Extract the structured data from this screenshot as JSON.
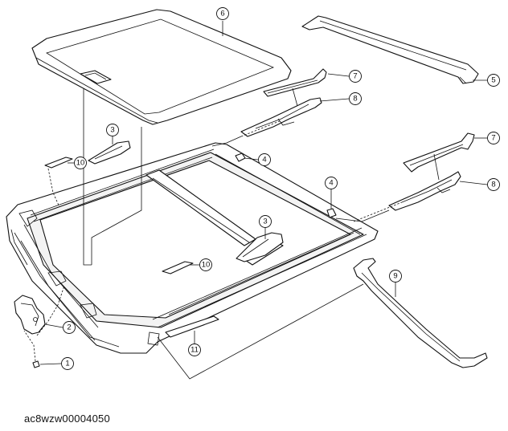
{
  "figure_code": "ac8wzw00004050",
  "callouts": {
    "c1": "1",
    "c2": "2",
    "c3a": "3",
    "c3b": "3",
    "c4a": "4",
    "c4b": "4",
    "c5": "5",
    "c6": "6",
    "c7a": "7",
    "c7b": "7",
    "c8a": "8",
    "c8b": "8",
    "c9": "9",
    "c10a": "10",
    "c10b": "10",
    "c11": "11"
  }
}
